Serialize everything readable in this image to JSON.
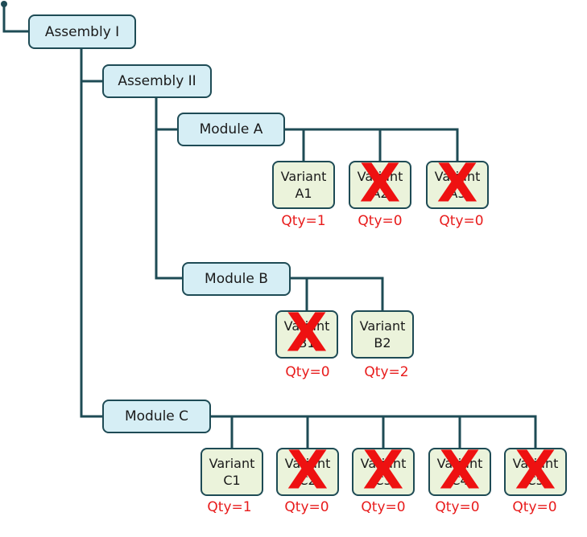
{
  "assemblies": [
    {
      "id": "assembly-1",
      "label": "Assembly I"
    },
    {
      "id": "assembly-2",
      "label": "Assembly II"
    }
  ],
  "modules": [
    {
      "id": "module-a",
      "label": "Module A",
      "variants": [
        {
          "line1": "Variant",
          "line2": "A1",
          "qty": "Qty=1",
          "excluded": false
        },
        {
          "line1": "Variant",
          "line2": "A2",
          "qty": "Qty=0",
          "excluded": true
        },
        {
          "line1": "Variant",
          "line2": "A3",
          "qty": "Qty=0",
          "excluded": true
        }
      ]
    },
    {
      "id": "module-b",
      "label": "Module B",
      "variants": [
        {
          "line1": "Variant",
          "line2": "B1",
          "qty": "Qty=0",
          "excluded": true
        },
        {
          "line1": "Variant",
          "line2": "B2",
          "qty": "Qty=2",
          "excluded": false
        }
      ]
    },
    {
      "id": "module-c",
      "label": "Module C",
      "variants": [
        {
          "line1": "Variant",
          "line2": "C1",
          "qty": "Qty=1",
          "excluded": false
        },
        {
          "line1": "Variant",
          "line2": "C2",
          "qty": "Qty=0",
          "excluded": true
        },
        {
          "line1": "Variant",
          "line2": "C3",
          "qty": "Qty=0",
          "excluded": true
        },
        {
          "line1": "Variant",
          "line2": "C4",
          "qty": "Qty=0",
          "excluded": true
        },
        {
          "line1": "Variant",
          "line2": "C5",
          "qty": "Qty=0",
          "excluded": true
        }
      ]
    }
  ],
  "exclusion_mark": "X",
  "colors": {
    "line": "#1e4b55",
    "node_fill": "#d6eef5",
    "variant_fill": "#ebf3db",
    "qty_text": "#e81b1b",
    "exclusion_mark": "#ee1111"
  }
}
